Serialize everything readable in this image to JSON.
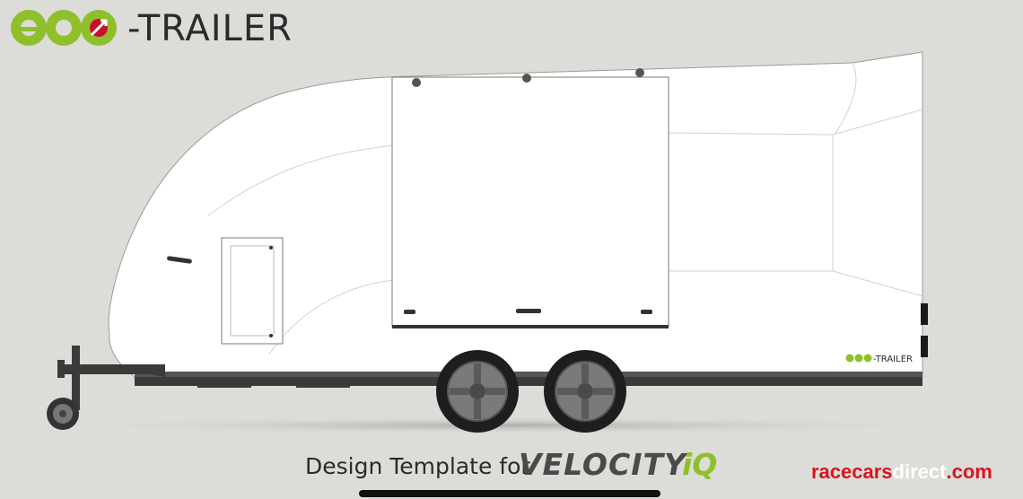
{
  "header": {
    "logo_mark": "eco",
    "logo_word": "-TRAILER"
  },
  "caption": {
    "lead": "Design Template for",
    "brand": "VELOCITY",
    "brand_suffix": "iQ"
  },
  "trailer": {
    "badge_mark": "eco",
    "badge_word": "-TRAILER"
  },
  "watermark": {
    "part1": "racecars",
    "part2": "direct",
    "part3": ".com"
  },
  "colors": {
    "background": "#dcdcd8",
    "logo_green": "#8fbf2a",
    "watermark_red": "#d8141f"
  }
}
